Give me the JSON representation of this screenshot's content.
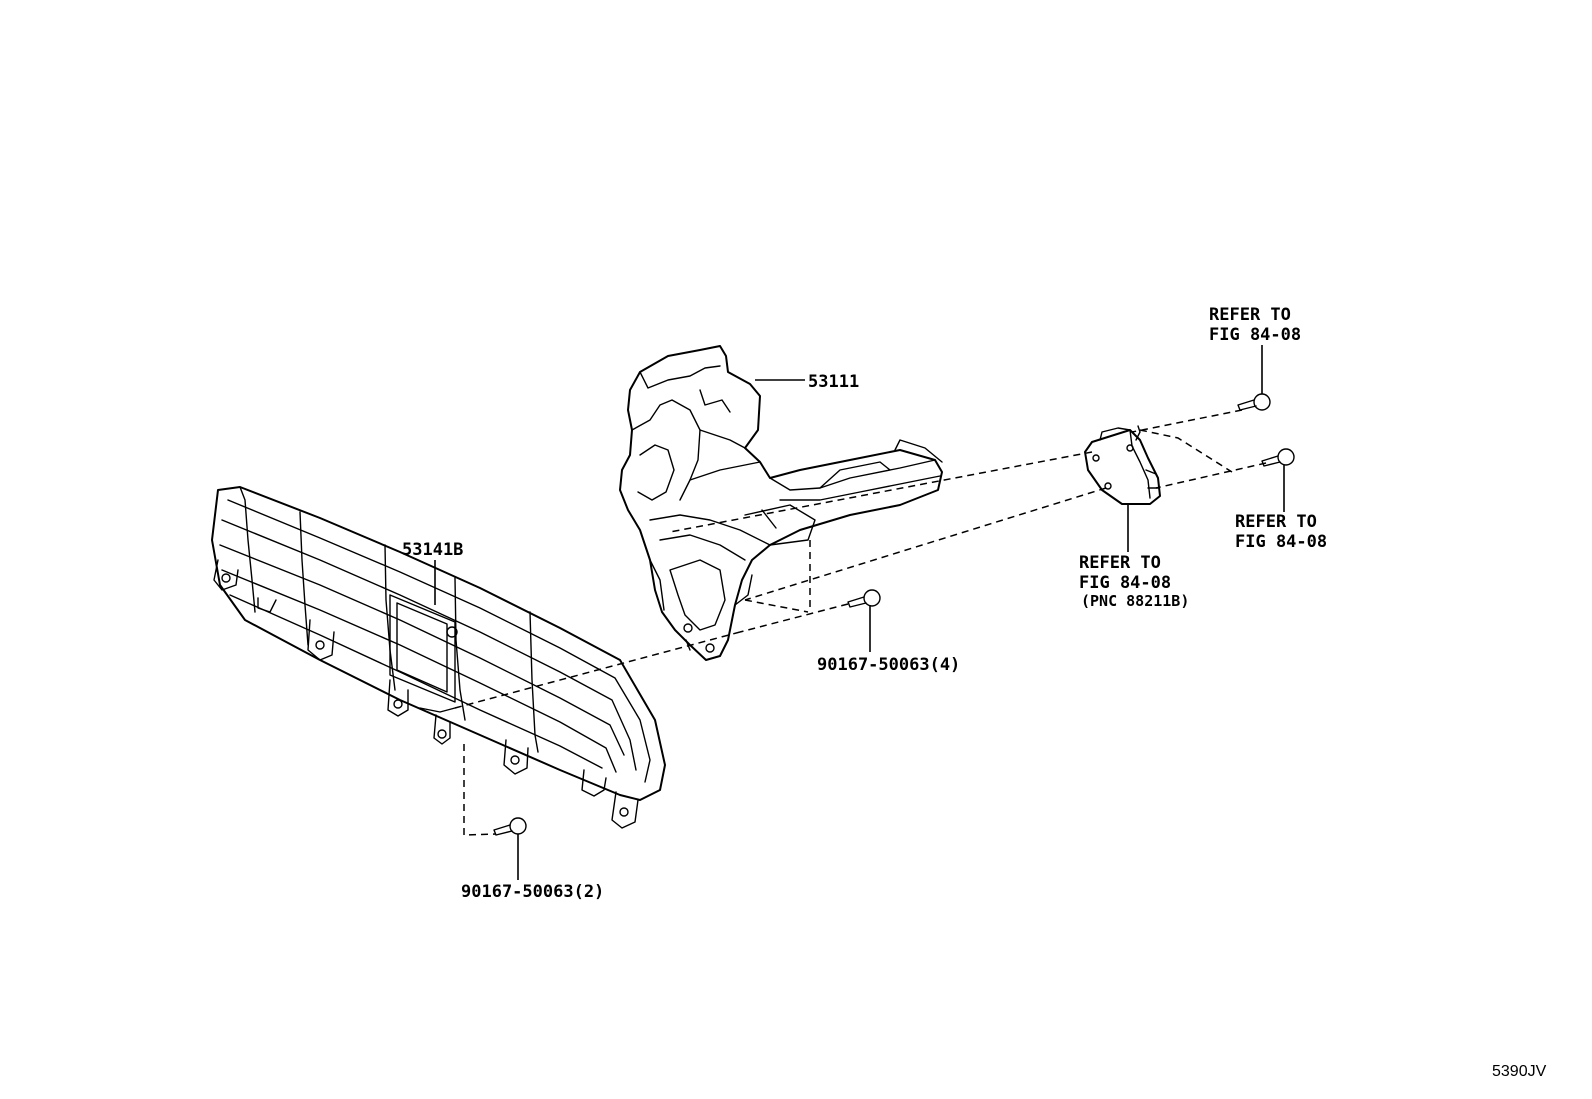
{
  "labels": {
    "bracket": "53111",
    "grille": "53141B",
    "screw_small": "90167-50063(2)",
    "screw_mid": "90167-50063(4)",
    "refer_top_line1": "REFER TO",
    "refer_top_line2": "FIG 84-08",
    "refer_right_line1": "REFER TO",
    "refer_right_line2": "FIG 84-08",
    "refer_sensor_line1": "REFER TO",
    "refer_sensor_line2": "FIG 84-08",
    "refer_sensor_line3": "(PNC 88211B)",
    "diagram_code": "5390JV"
  }
}
